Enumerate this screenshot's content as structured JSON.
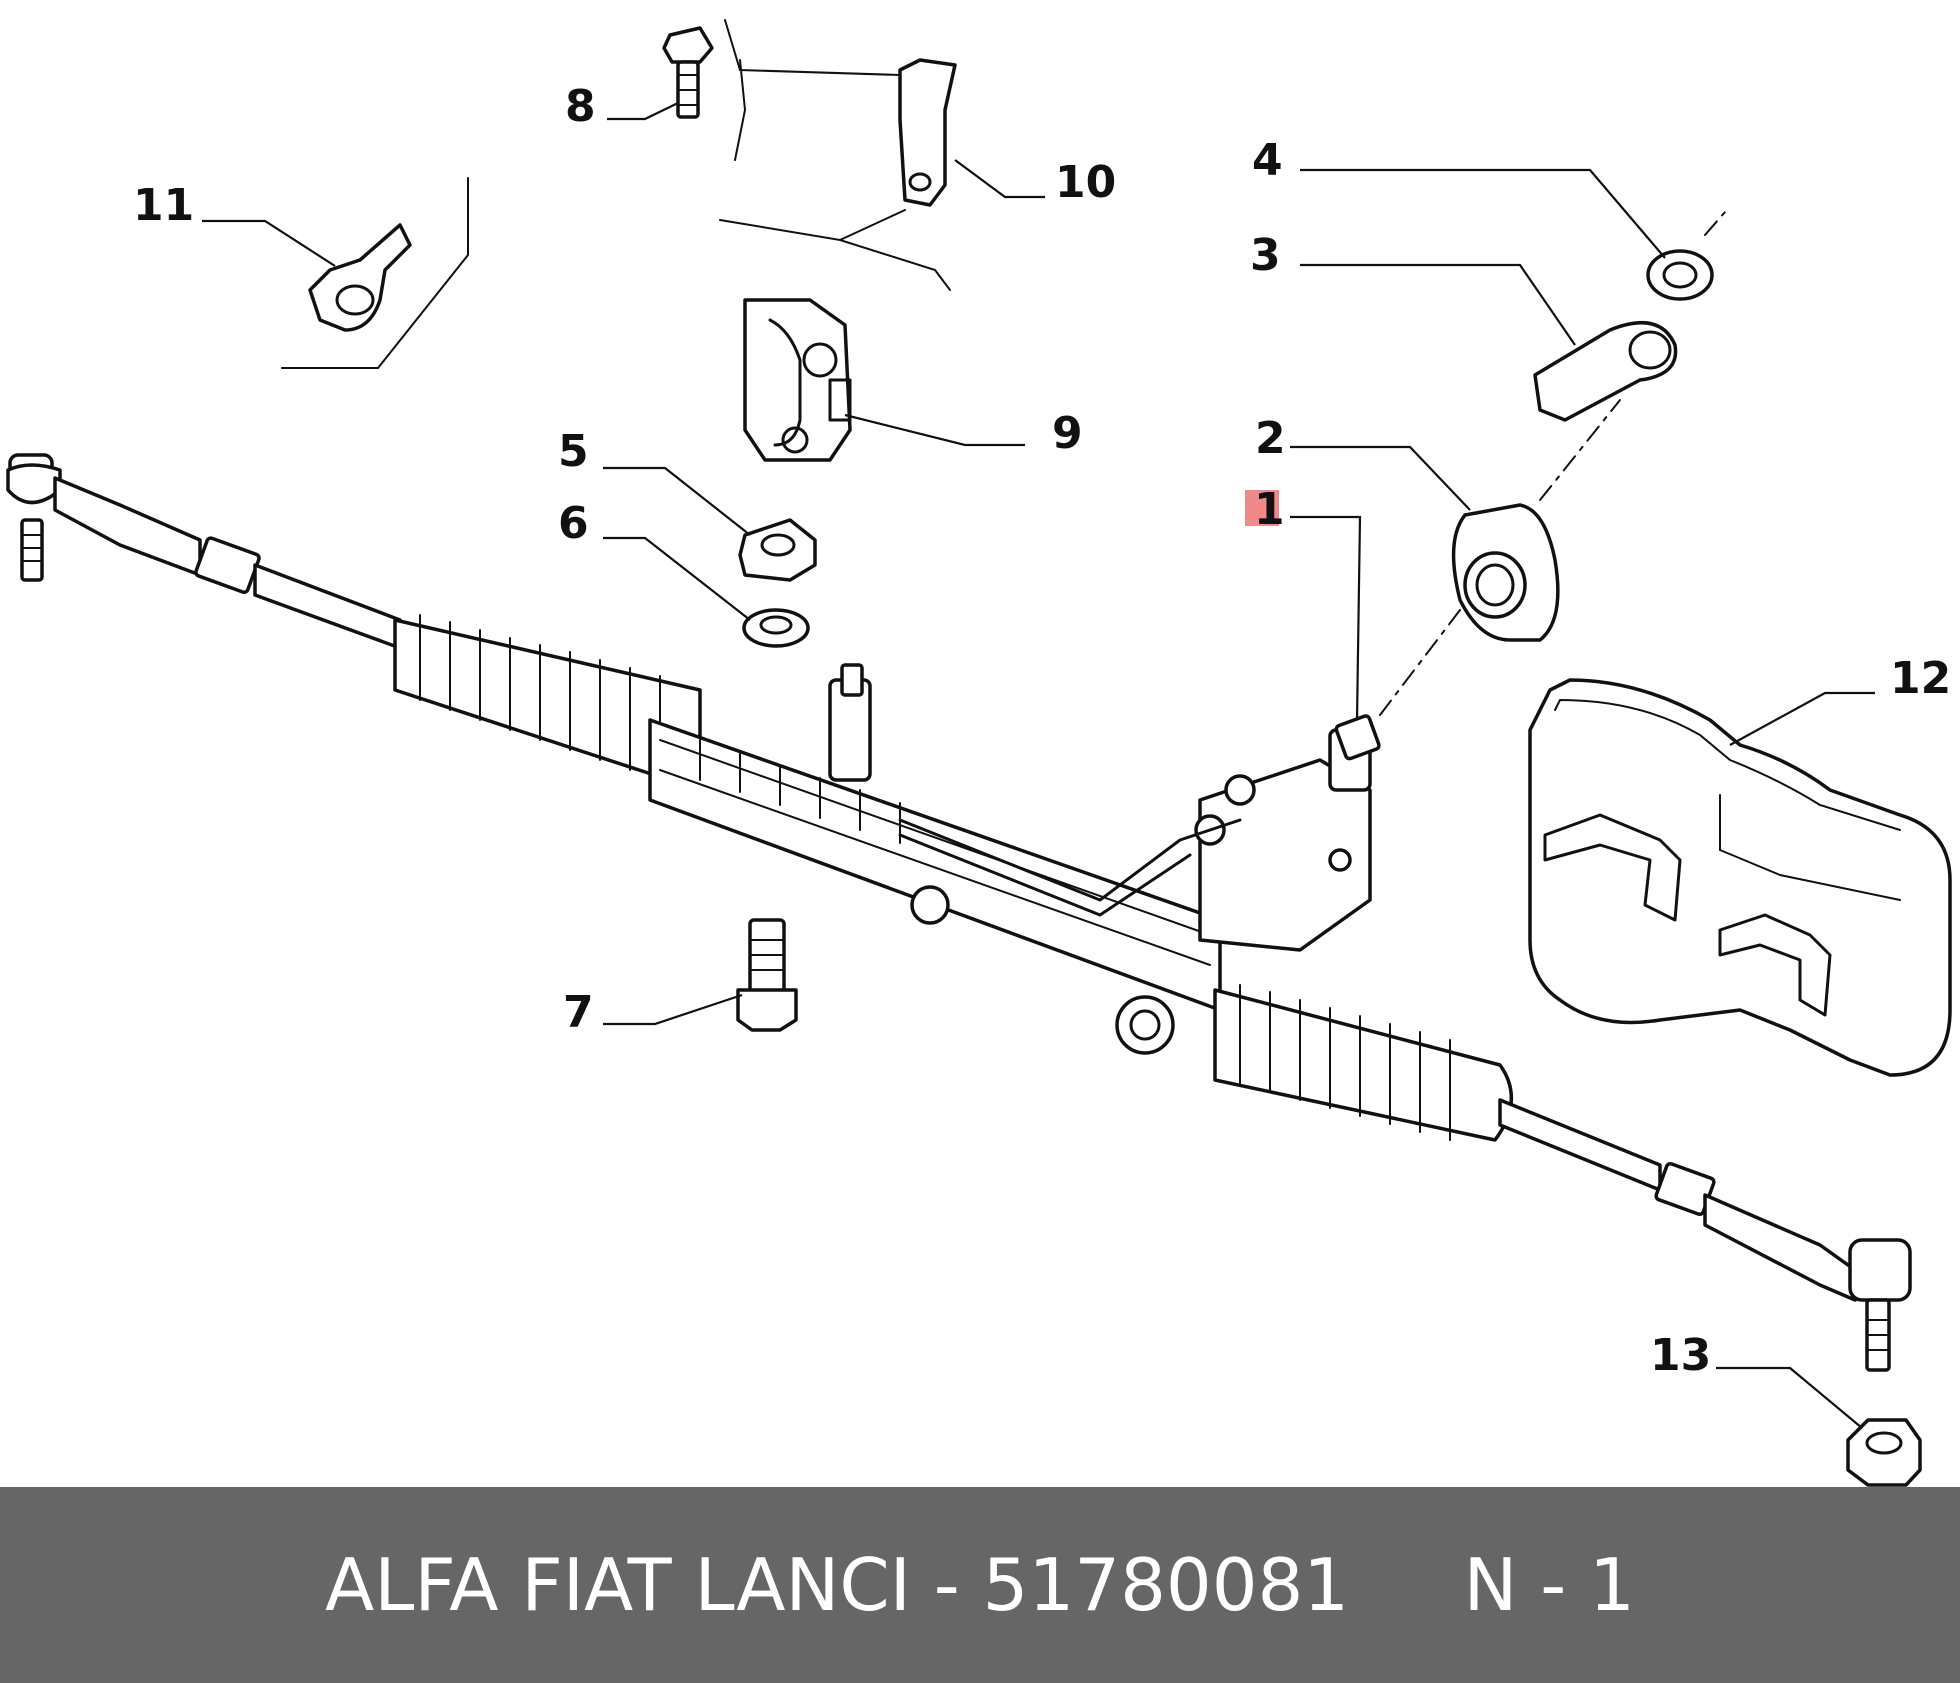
{
  "diagram": {
    "highlight_color": "#f08a8a",
    "callouts": [
      {
        "id": "1",
        "label": "1",
        "highlighted": true
      },
      {
        "id": "2",
        "label": "2"
      },
      {
        "id": "3",
        "label": "3"
      },
      {
        "id": "4",
        "label": "4"
      },
      {
        "id": "5",
        "label": "5"
      },
      {
        "id": "6",
        "label": "6"
      },
      {
        "id": "7",
        "label": "7"
      },
      {
        "id": "8",
        "label": "8"
      },
      {
        "id": "9",
        "label": "9"
      },
      {
        "id": "10",
        "label": "10"
      },
      {
        "id": "11",
        "label": "11"
      },
      {
        "id": "12",
        "label": "12"
      },
      {
        "id": "13",
        "label": "13"
      }
    ]
  },
  "footer": {
    "background": "#666666",
    "text": "ALFA FIAT LANCI - 51780081     N - 1"
  }
}
